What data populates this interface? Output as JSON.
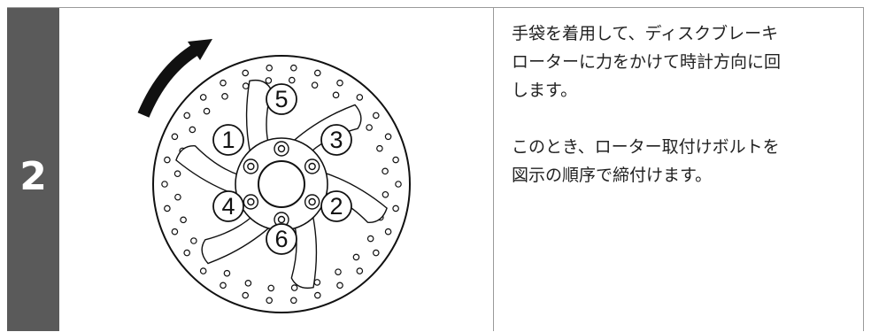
{
  "step": {
    "number": "2"
  },
  "instruction": {
    "paragraph1": "手袋を着用して、ディスクブレーキ\nローターに力をかけて時計方向に回\nします。",
    "paragraph2": "このとき、ローター取付けボルトを\n図示の順序で締付けます。"
  },
  "figure": {
    "bolt_labels": [
      "5",
      "1",
      "3",
      "4",
      "2",
      "6"
    ],
    "arrow_direction": "clockwise",
    "colors": {
      "line": "#111111",
      "arrow": "#111111",
      "fill": "#ffffff"
    }
  }
}
